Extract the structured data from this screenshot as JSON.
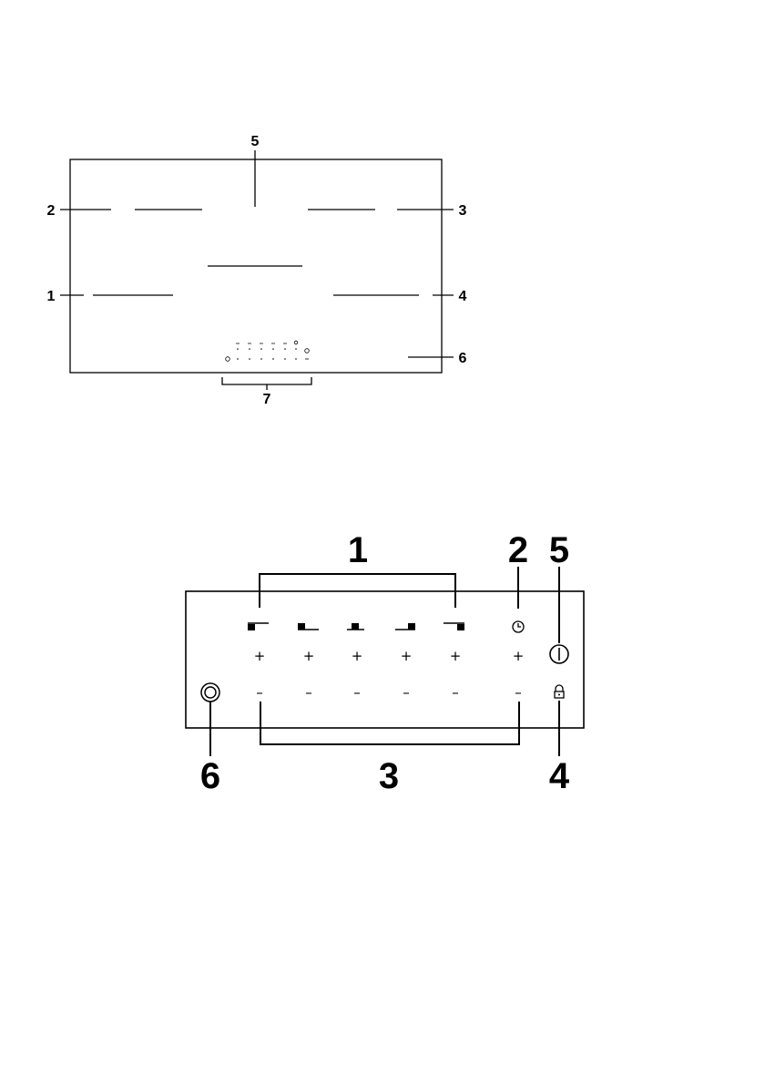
{
  "hob_diagram": {
    "callouts": {
      "c1": "1",
      "c2": "2",
      "c3": "3",
      "c4": "4",
      "c5": "5",
      "c6": "6",
      "c7": "7"
    }
  },
  "control_panel_diagram": {
    "callouts": {
      "c1": "1",
      "c2": "2",
      "c3": "3",
      "c4": "4",
      "c5": "5",
      "c6": "6"
    },
    "plus_symbol": "+",
    "minus_symbol": "–",
    "zone_icons": [
      "zone-rear-left-icon",
      "zone-front-left-icon",
      "zone-center-icon",
      "zone-front-right-icon",
      "zone-rear-right-icon"
    ],
    "timer_icon": "clock-icon",
    "power_icon": "power-icon",
    "lock_icon": "lock-icon",
    "bridge_icon": "double-circle-icon"
  }
}
